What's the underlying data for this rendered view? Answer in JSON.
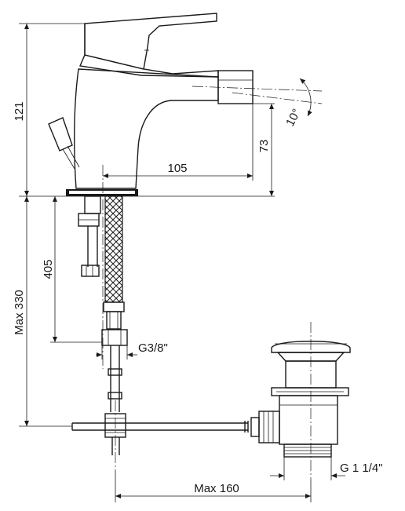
{
  "dimensions": {
    "height_body": "121",
    "spout_height": "73",
    "spout_reach": "105",
    "spout_angle": "10°",
    "hose_length": "405",
    "max_height": "Max 330",
    "inlet_thread": "G3/8\"",
    "waste_thread": "G 1 1/4\"",
    "max_rod": "Max 160"
  },
  "colors": {
    "line": "#1a1a1a",
    "background": "#ffffff"
  }
}
